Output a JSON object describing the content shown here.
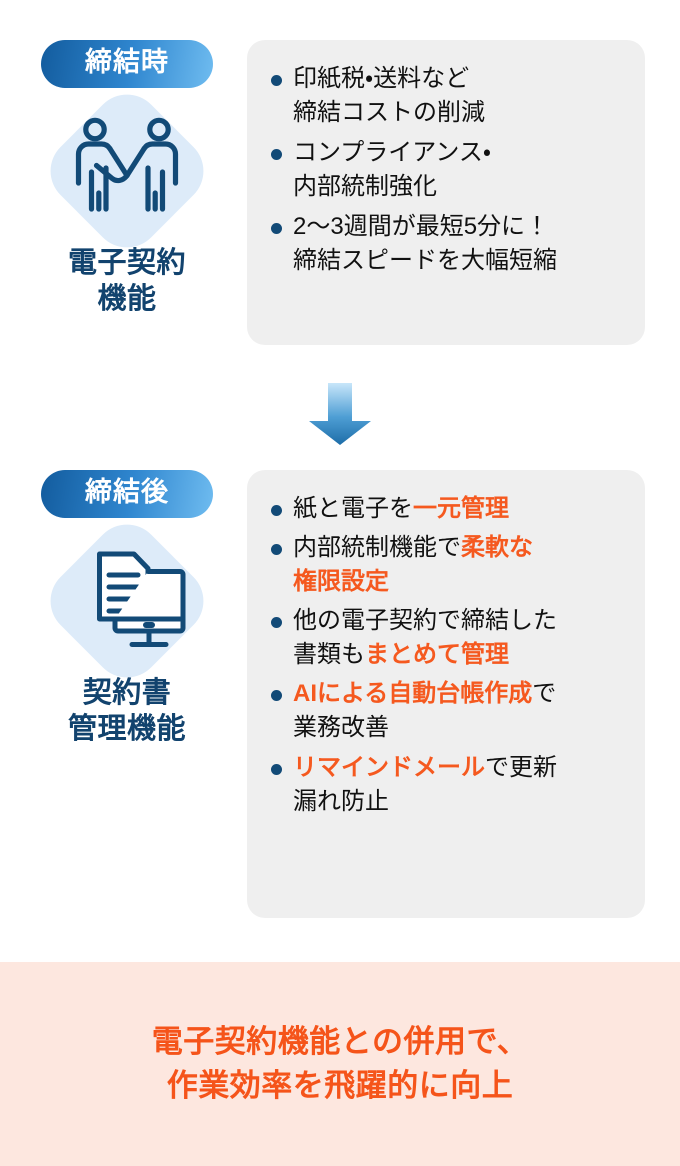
{
  "sections": [
    {
      "badge": "締結時",
      "icon_name": "handshake-icon",
      "feature_label_line1": "電子契約",
      "feature_label_line2": "機能",
      "bullets": [
        [
          {
            "text": "印紙税・送料など",
            "highlight": false,
            "br_after": true
          },
          {
            "text": "締結コストの削減",
            "highlight": false,
            "br_after": false
          }
        ],
        [
          {
            "text": "コンプライアンス・",
            "highlight": false,
            "br_after": true
          },
          {
            "text": "内部統制強化",
            "highlight": false,
            "br_after": false
          }
        ],
        [
          {
            "text": "2〜3週間が最短5分に！",
            "highlight": false,
            "br_after": true
          },
          {
            "text": "締結スピードを大幅短縮",
            "highlight": false,
            "br_after": false
          }
        ]
      ]
    },
    {
      "badge": "締結後",
      "icon_name": "document-monitor-icon",
      "feature_label_line1": "契約書",
      "feature_label_line2": "管理機能",
      "bullets": [
        [
          {
            "text": "紙と電子を",
            "highlight": false,
            "br_after": false
          },
          {
            "text": "一元管理",
            "highlight": true,
            "br_after": false
          }
        ],
        [
          {
            "text": "内部統制機能で",
            "highlight": false,
            "br_after": false
          },
          {
            "text": "柔軟な",
            "highlight": true,
            "br_after": true
          },
          {
            "text": "権限設定",
            "highlight": true,
            "br_after": false
          }
        ],
        [
          {
            "text": "他の電子契約で締結した",
            "highlight": false,
            "br_after": true
          },
          {
            "text": "書類も",
            "highlight": false,
            "br_after": false
          },
          {
            "text": "まとめて管理",
            "highlight": true,
            "br_after": false
          }
        ],
        [
          {
            "text": "AIによる自動台帳作成",
            "highlight": true,
            "br_after": false
          },
          {
            "text": "で",
            "highlight": false,
            "br_after": true
          },
          {
            "text": "業務改善",
            "highlight": false,
            "br_after": false
          }
        ],
        [
          {
            "text": "リマインドメール",
            "highlight": true,
            "br_after": false
          },
          {
            "text": "で更新",
            "highlight": false,
            "br_after": true
          },
          {
            "text": "漏れ防止",
            "highlight": false,
            "br_after": false
          }
        ]
      ]
    }
  ],
  "arrow": {
    "icon_name": "down-arrow-icon",
    "gradient_top": "#BFE2F8",
    "gradient_bottom": "#1D6DA8"
  },
  "banner": {
    "line1": "電子契約機能との併用で、",
    "line2": "作業効率を飛躍的に向上",
    "background": "#FDE7DF",
    "text_color": "#F5541A"
  },
  "colors": {
    "badge_gradient_start": "#135C9E",
    "badge_gradient_end": "#6FBCF0",
    "card_background": "#EFEFEF",
    "icon_navy": "#124A77",
    "icon_blob": "#DDEBF9",
    "bullet_dot": "#124A77",
    "highlight_orange": "#F5591F",
    "feature_label": "#12436E"
  }
}
